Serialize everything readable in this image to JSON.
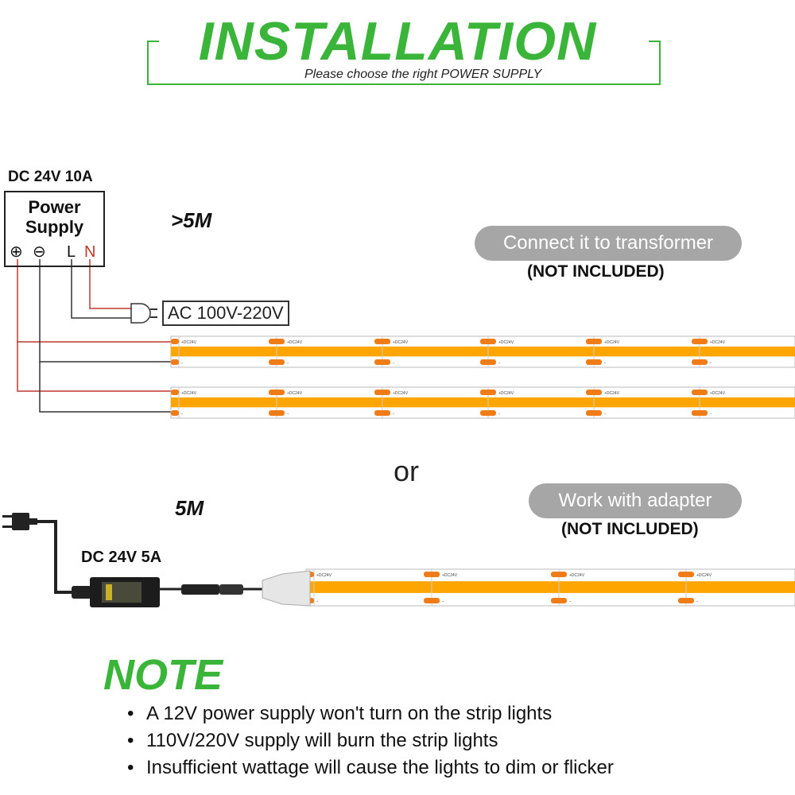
{
  "header": {
    "title": "INSTALLATION",
    "subtitle": "Please choose the right POWER SUPPLY"
  },
  "transformer": {
    "rating": "DC 24V 10A",
    "box_title_1": "Power",
    "box_title_2": "Supply",
    "terminals": [
      "⊕",
      "⊖",
      "L",
      "N"
    ],
    "length_label": ">5M",
    "ac_label": "AC 100V-220V",
    "pill": "Connect it to transformer",
    "note": "(NOT INCLUDED)"
  },
  "separator": "or",
  "adapter": {
    "length_label": "5M",
    "rating": "DC 24V 5A",
    "pill": "Work with adapter",
    "note": "(NOT INCLUDED)"
  },
  "strip": {
    "plus_label": "+DC24V",
    "minus_label": "-",
    "color": "#ffa500",
    "pad_color": "#f07c18"
  },
  "note_section": {
    "title": "NOTE",
    "bullets": [
      "A 12V power supply won't turn on the strip lights",
      "110V/220V supply will burn the strip lights",
      "Insufficient wattage will cause the lights to dim or flicker"
    ]
  },
  "colors": {
    "accent": "#3ab53a",
    "pill": "#a6a6a6",
    "wire_red": "#c0392b"
  }
}
